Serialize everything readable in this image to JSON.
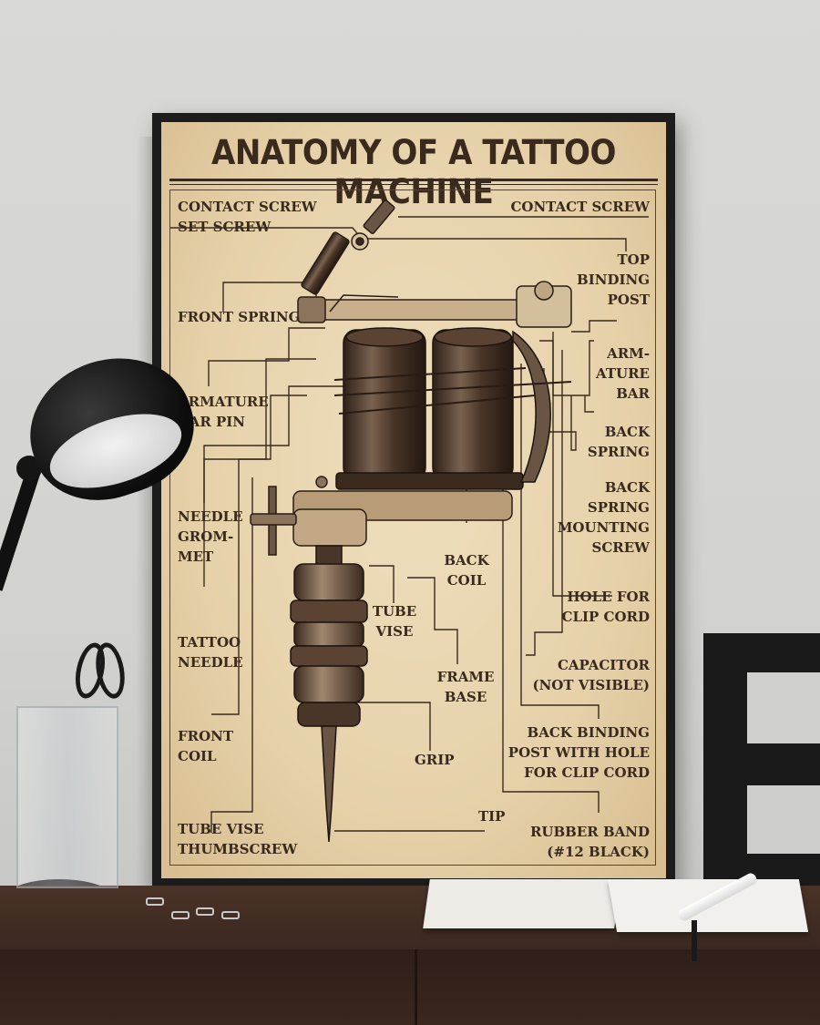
{
  "poster": {
    "title": "ANATOMY OF A TATTOO MACHINE",
    "labels": {
      "contact_screw_set_screw": "CONTACT SCREW\nSET SCREW",
      "contact_screw": "CONTACT SCREW",
      "top_binding_post": "TOP\nBINDING\nPOST",
      "front_spring": "FRONT SPRING",
      "armature_bar": "ARM-\nATURE\nBAR",
      "armature_bar_pin": "ARMATURE\nBAR PIN",
      "back_spring": "BACK\nSPRING",
      "back_spring_mounting_screw": "BACK\nSPRING\nMOUNTING\nSCREW",
      "needle_grommet": "NEEDLE\nGROM-\nMET",
      "back_coil": "BACK\nCOIL",
      "hole_for_clip_cord": "HOLE FOR\nCLIP CORD",
      "tube_vise": "TUBE\nVISE",
      "tattoo_needle": "TATTOO\nNEEDLE",
      "capacitor": "CAPACITOR\n(NOT VISIBLE)",
      "frame_base": "FRAME\nBASE",
      "front_coil": "FRONT\nCOIL",
      "back_binding_post": "BACK BINDING\nPOST WITH HOLE\nFOR CLIP CORD",
      "grip": "GRIP",
      "tip": "TIP",
      "tube_vise_thumbscrew": "TUBE VISE\nTHUMBSCREW",
      "rubber_band": "RUBBER BAND\n(#12 BLACK)"
    }
  },
  "colors": {
    "paper": "#e9d6b0",
    "ink": "#3a2a1e",
    "frame": "#1c1c1c",
    "desk": "#3b2820",
    "wall": "#d6d6d4"
  }
}
